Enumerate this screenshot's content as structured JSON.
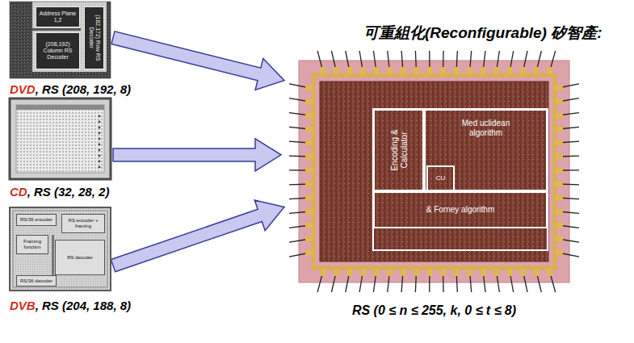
{
  "diagram": {
    "title": "可重組化(Reconfigurable) 矽智產:",
    "nodes": [
      {
        "text": [
          "DVD, RS (208, 192, 8)"
        ]
      },
      {
        "text": [
          "Address Plane 1,2"
        ],
        "in": 0
      },
      {
        "text": [
          "(208,192) Column RS Decoder"
        ],
        "in": 0
      },
      {
        "text": [
          "(182,172) Row RS Decoder"
        ],
        "in": 0
      },
      {
        "text": [
          "CD, RS (32, 28, 2)"
        ]
      },
      {
        "text": [
          "DVB, RS (204, 188, 8)"
        ]
      },
      {
        "text": [
          "RS/36 encoder"
        ],
        "in": 5
      },
      {
        "text": [
          "RS encoder + framing"
        ],
        "in": 5
      },
      {
        "text": [
          "Framing function"
        ],
        "in": 5
      },
      {
        "text": [
          "RS decoder"
        ],
        "in": 5
      },
      {
        "text": [
          "RS/36 decoder"
        ],
        "in": 5
      },
      {
        "text": [
          "RS (0 ≤ n ≤ 255, k, 0 ≤ t ≤ 8)"
        ]
      },
      {
        "text": [
          "Encoding & Calculator"
        ],
        "in": 11
      },
      {
        "text": [
          "Med uclidean algorithm"
        ],
        "in": 11
      },
      {
        "text": [
          "CU"
        ],
        "in": 11
      },
      {
        "text": [
          "& Forney algorithm"
        ],
        "in": 11
      }
    ],
    "edges": [
      {
        "from": 0,
        "to": 11,
        "arrow": "to"
      },
      {
        "from": 4,
        "to": 11,
        "arrow": "to"
      },
      {
        "from": 5,
        "to": 11,
        "arrow": "to"
      }
    ]
  }
}
